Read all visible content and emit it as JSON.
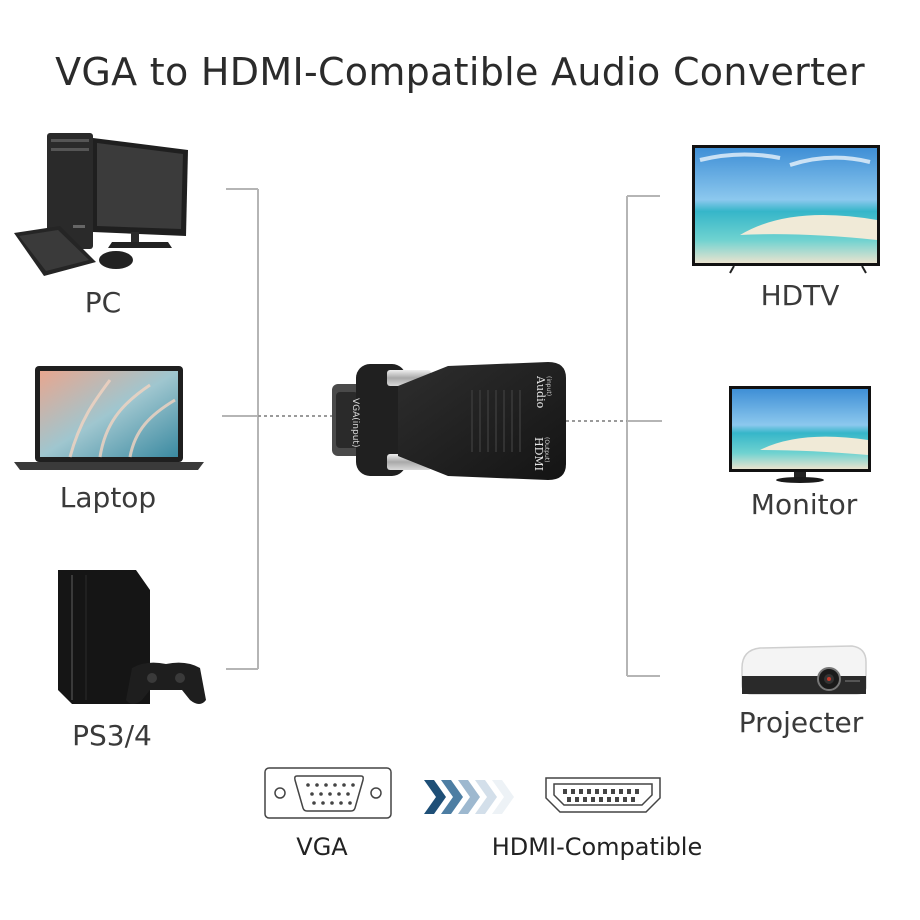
{
  "title": "VGA to HDMI-Compatible Audio Converter",
  "sources": [
    "PC",
    "Laptop",
    "PS3/4"
  ],
  "outputs": [
    "HDTV",
    "Monitor",
    "Projecter"
  ],
  "adapter": {
    "vga_port_text": "VGA(input)",
    "audio_port_text": "Audio",
    "audio_port_sub": "(input)",
    "hdmi_port_text": "HDMI",
    "hdmi_port_sub": "(Output)"
  },
  "connectors": {
    "from": "VGA",
    "to": "HDMI-Compatible"
  },
  "colors": {
    "bracket": "#b5b5b5",
    "adapter": "#1c1c1c",
    "arrow": "#1e4f77"
  }
}
